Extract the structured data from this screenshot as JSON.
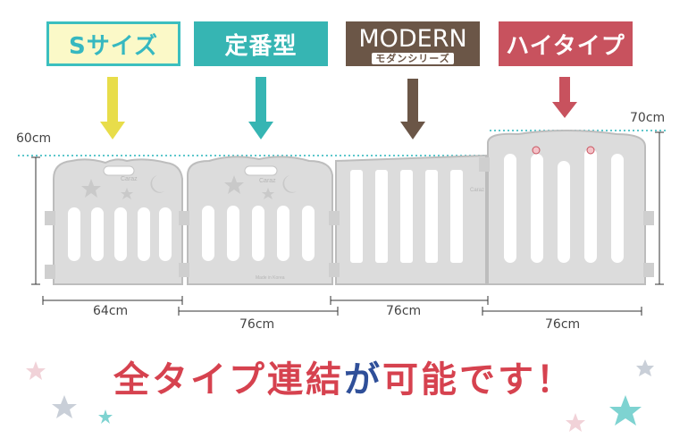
{
  "labels": {
    "s_size": "Sサイズ",
    "standard": "定番型",
    "modern": "MODERN",
    "modern_sub": "モダンシリーズ",
    "high_type": "ハイタイプ"
  },
  "heights": {
    "left": "60cm",
    "right": "70cm"
  },
  "widths": [
    "64cm",
    "76cm",
    "76cm",
    "76cm"
  ],
  "panel_text": {
    "brand": "Caraz",
    "made_in": "Made in Korea"
  },
  "headline": {
    "part1": "全タイプ連結",
    "part2": "が",
    "part3": "可能です！"
  },
  "colors": {
    "teal": "#36b5b3",
    "brown": "#6b5647",
    "red": "#c8525e",
    "yellow_arrow": "#e8dd4a",
    "headline_red": "#d6424f",
    "headline_blue": "#2f4f99",
    "panel_gray": "#dcdcdc",
    "panel_edge": "#bdbdbd"
  },
  "icons": [
    "arrow-down-icon",
    "star-icon",
    "moon-icon",
    "decorative-star-icon"
  ]
}
